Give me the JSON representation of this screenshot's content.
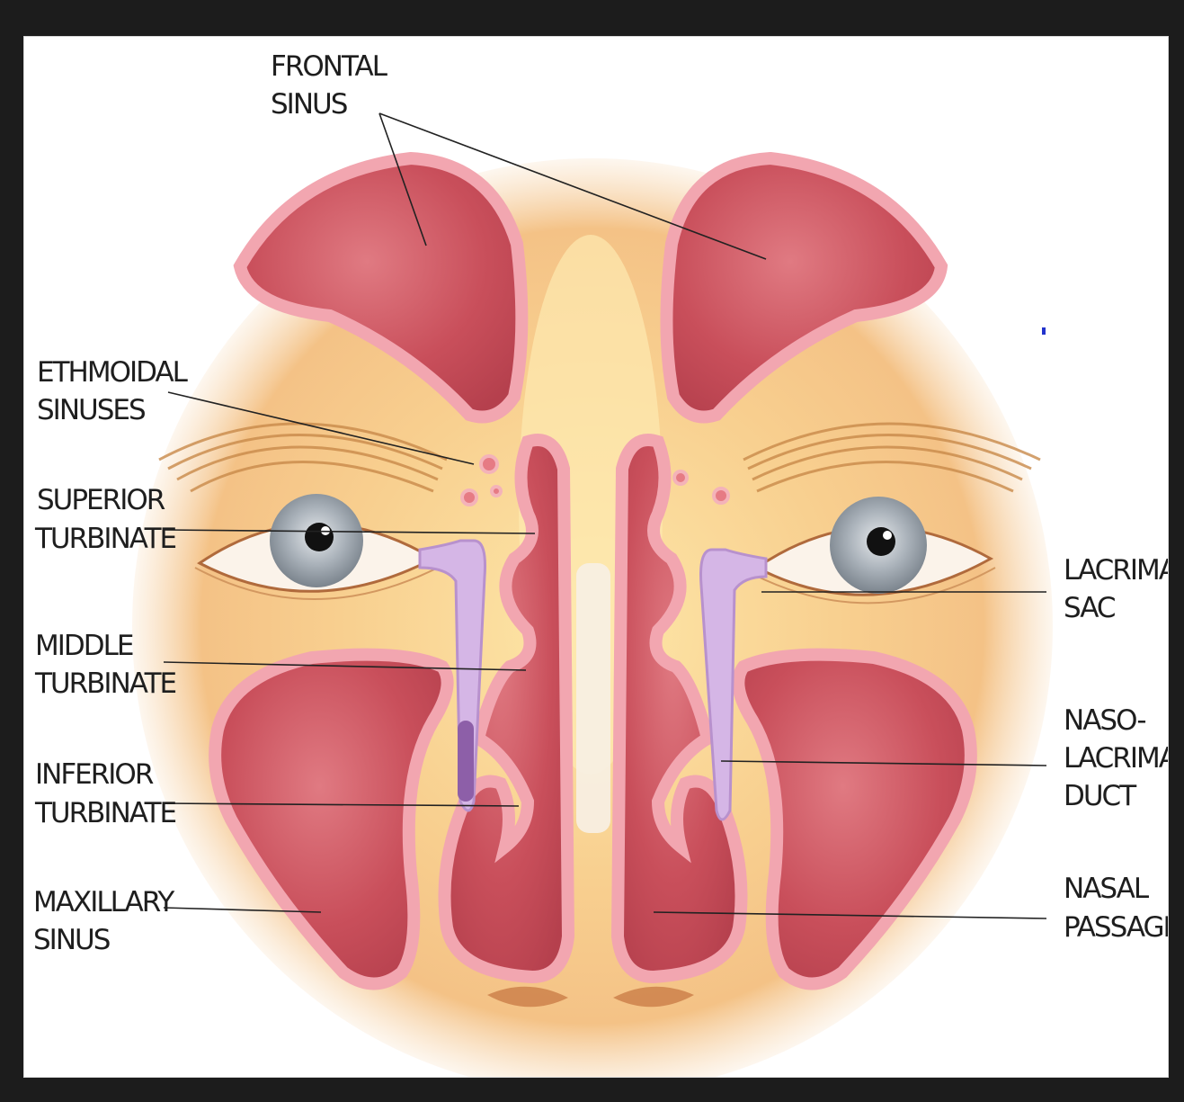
{
  "labels": {
    "frontal_sinus": [
      "FRONTAL",
      "SINUS"
    ],
    "ethmoidal_sinuses": [
      "ETHMOIDAL",
      "SINUSES"
    ],
    "superior_turbinate": [
      "SUPERIOR",
      "TURBINATE"
    ],
    "middle_turbinate": [
      "MIDDLE",
      "TURBINATE"
    ],
    "inferior_turbinate": [
      "INFERIOR",
      "TURBINATE"
    ],
    "maxillary_sinus": [
      "MAXILLARY",
      "SINUS"
    ],
    "lacrimal_sac": [
      "LACRIMAL",
      "SAC"
    ],
    "nasolacrimal_duct": [
      "NASO-",
      "LACRIMAL",
      "DUCT"
    ],
    "nasal_passage": [
      "NASAL",
      "PASSAGE"
    ]
  },
  "colors": {
    "background_frame": "#1c1c1c",
    "skin": "#f7c78a",
    "sinus_fill": "#c7505a",
    "sinus_rim": "#f2a6b0",
    "duct": "#c9a6dc",
    "iris": "#9aa3ad",
    "leader_line": "#222222"
  }
}
